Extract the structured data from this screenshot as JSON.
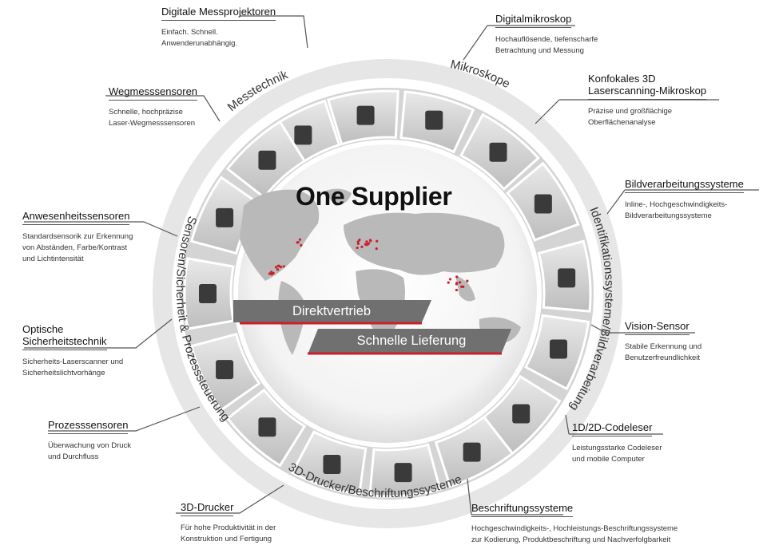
{
  "center_title": "One Supplier",
  "banners": {
    "direct": "Direktvertrieb",
    "delivery": "Schnelle Lieferung"
  },
  "ring_labels": {
    "messtechnik": "Messtechnik",
    "mikroskope": "Mikroskope",
    "bildverarbeitung": "Identifikationssysteme/Bildverarbeitung",
    "sensoren": "Sensoren/Sicherheit & Prozesssteuerung",
    "drucker": "3D-Drucker/Beschriftungssysteme"
  },
  "products": {
    "messprojektoren": {
      "title": "Digitale Messprojektoren",
      "desc": [
        "Einfach. Schnell.",
        "Anwenderunabhängig."
      ]
    },
    "wegmesssensoren": {
      "title": "Wegmesssensoren",
      "desc": [
        "Schnelle, hochpräzise",
        "Laser-Wegmesssensoren"
      ]
    },
    "anwesenheit": {
      "title": "Anwesenheitssensoren",
      "desc": [
        "Standardsensorik zur Erkennung",
        "von Abständen, Farbe/Kontrast",
        "und Lichtintensität"
      ]
    },
    "optische": {
      "title": [
        "Optische",
        "Sicherheitstechnik"
      ],
      "desc": [
        "Sicherheits-Laserscanner und",
        "Sicherheitslichtvorhänge"
      ]
    },
    "prozess": {
      "title": "Prozesssensoren",
      "desc": [
        "Überwachung von Druck",
        "und Durchfluss"
      ]
    },
    "drucker3d": {
      "title": "3D-Drucker",
      "desc": [
        "Für hohe Produktivität in der",
        "Konstruktion und Fertigung"
      ]
    },
    "beschriftung": {
      "title": "Beschriftungssysteme",
      "desc": [
        "Hochgeschwindigkeits-, Hochleistungs-Beschriftungssysteme",
        "zur Kodierung, Produktbeschriftung und Nachverfolgbarkeit"
      ]
    },
    "codeleser": {
      "title": "1D/2D-Codeleser",
      "desc": [
        "Leistungsstarke Codeleser",
        "und mobile Computer"
      ]
    },
    "vision": {
      "title": "Vision-Sensor",
      "desc": [
        "Stabile Erkennung und",
        "Benutzerfreundlichkeit"
      ]
    },
    "bildverarbeitung": {
      "title": "Bildverarbeitungssysteme",
      "desc": [
        "Inline-, Hochgeschwindigkeits-",
        "Bildverarbeitungssysteme"
      ]
    },
    "konfokal": {
      "title": [
        "Konfokales 3D",
        "Laserscanning-Mikroskop"
      ],
      "desc": [
        "Präzise und großflächige",
        "Oberflächenanalyse"
      ]
    },
    "digitalmikroskop": {
      "title": "Digitalmikroskop",
      "desc": [
        "Hochauflösende, tiefenscharfe",
        "Betrachtung und Messung"
      ]
    }
  },
  "colors": {
    "accent_red": "#cc1f2a",
    "banner_gray": "#707070",
    "ring_gray": "#8a8a8a",
    "map_gray": "#b9b9b9"
  }
}
